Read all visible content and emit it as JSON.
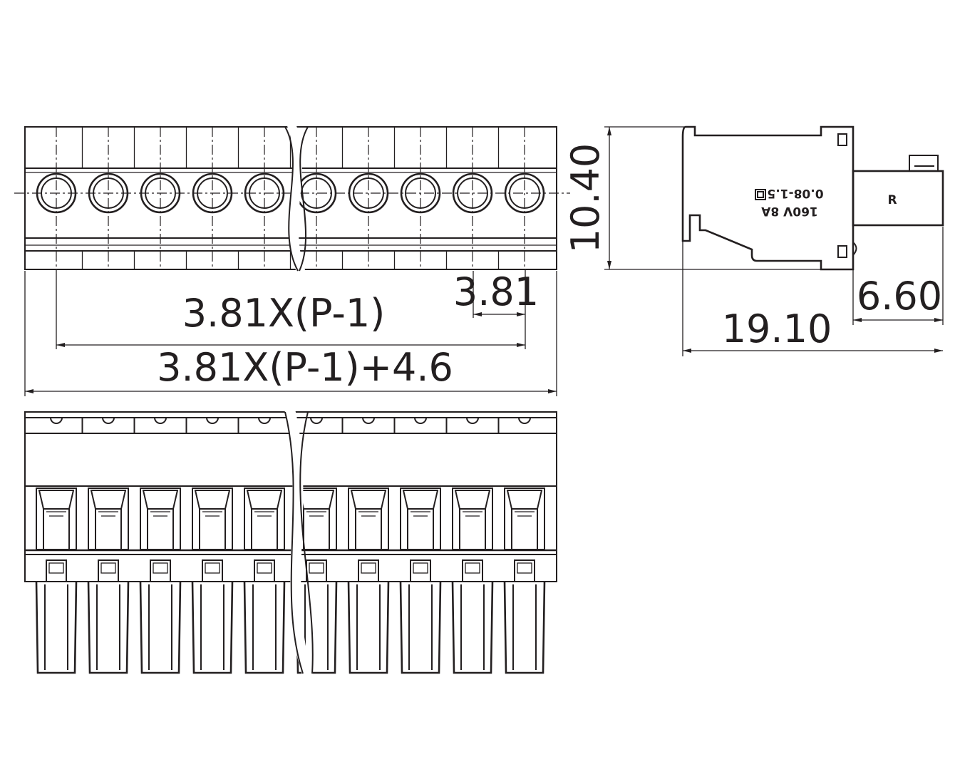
{
  "diagram": {
    "pin_count_drawn": 10,
    "front_view": {},
    "side_view": {
      "marking_label": "R",
      "rating_text": "160V 8A",
      "wire_range_text": "0.08-1.5"
    },
    "dimensions": {
      "height": "10.40",
      "pitch": "3.81",
      "pin_span": "3.81X(P-1)",
      "overall_length": "3.81X(P-1)+4.6",
      "plug_depth": "6.60",
      "overall_depth": "19.10"
    }
  },
  "colors": {
    "ink": "#231f20",
    "paper": "#ffffff"
  }
}
